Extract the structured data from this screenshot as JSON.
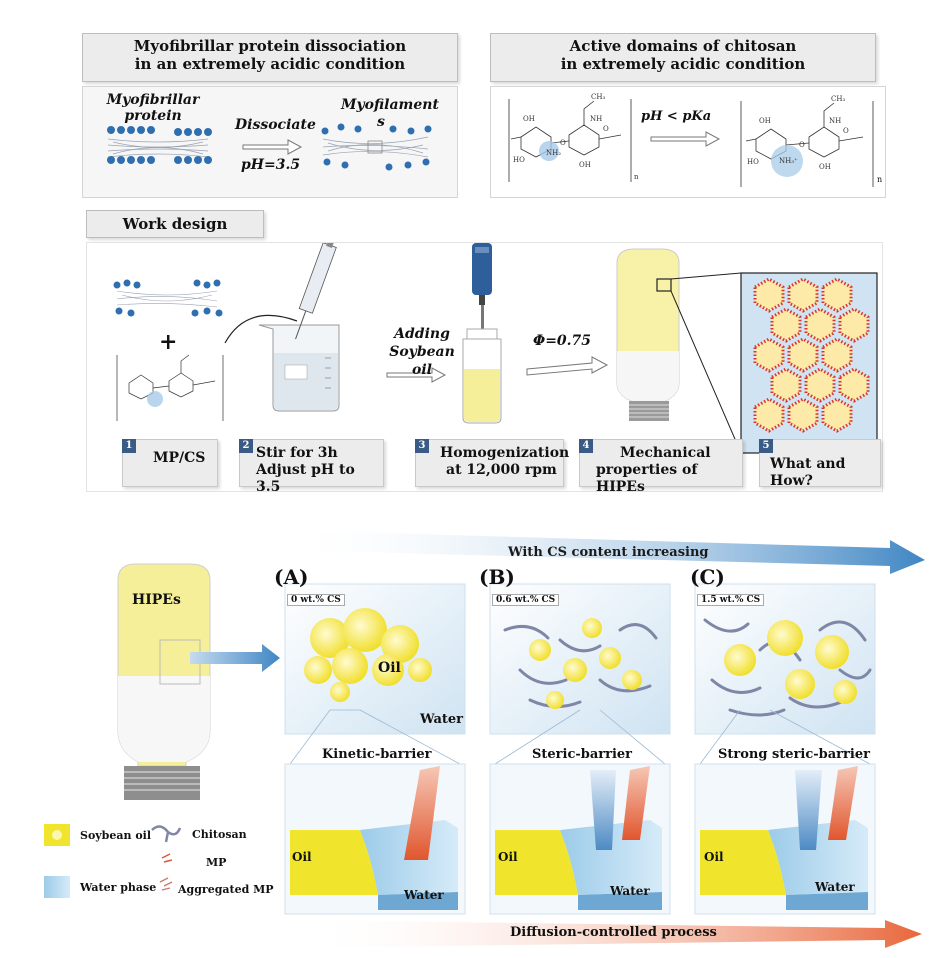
{
  "top_left": {
    "title_line1": "Myofibrillar protein dissociation",
    "title_line2": "in an extremely acidic condition",
    "label_protein_1": "Myofibrillar",
    "label_protein_2": "protein",
    "label_dissociate": "Dissociate",
    "label_ph": "pH=3.5",
    "label_myofilament": "Myofilament",
    "label_s": "s"
  },
  "top_right": {
    "title_line1": "Active domains of chitosan",
    "title_line2": "in extremely acidic condition",
    "label_ph_pka": "pH < pKa",
    "subscript_n": "n"
  },
  "work_design": {
    "title": "Work design",
    "plus": "+",
    "adding_1": "Adding",
    "adding_2": "Soybean oil",
    "phi": "Φ=0.75",
    "steps": [
      {
        "num": "1",
        "line1": "MP/CS",
        "line2": ""
      },
      {
        "num": "2",
        "line1": "Stir for 3h",
        "line2": "Adjust pH to 3.5"
      },
      {
        "num": "3",
        "line1": "Homogenization",
        "line2": "at 12,000 rpm"
      },
      {
        "num": "4",
        "line1": "Mechanical",
        "line2": "properties of HIPEs"
      },
      {
        "num": "5",
        "line1": "What and How?",
        "line2": ""
      }
    ]
  },
  "bottom": {
    "trend_label": "With CS  content increasing",
    "hipes_label": "HIPEs",
    "panels": [
      {
        "letter": "(A)",
        "cs": "0 wt.% CS",
        "barrier": "Kinetic-barrier"
      },
      {
        "letter": "(B)",
        "cs": "0.6 wt.% CS",
        "barrier": "Steric-barrier"
      },
      {
        "letter": "(C)",
        "cs": "1.5 wt.% CS",
        "barrier": "Strong steric-barrier"
      }
    ],
    "oil": "Oil",
    "water": "Water",
    "diffusion_label": "Diffusion-controlled process",
    "legend": {
      "soybean_oil": "Soybean oil",
      "water_phase": "Water phase",
      "chitosan": "Chitosan",
      "mp": "MP",
      "aggregated_mp": "Aggregated MP"
    }
  },
  "colors": {
    "oil_yellow": "#f4e84a",
    "water_blue": "#7fb6dc",
    "protein_blue": "#2f6fb0",
    "red_dot": "#d8362c",
    "step_num": "#3a5b86"
  }
}
